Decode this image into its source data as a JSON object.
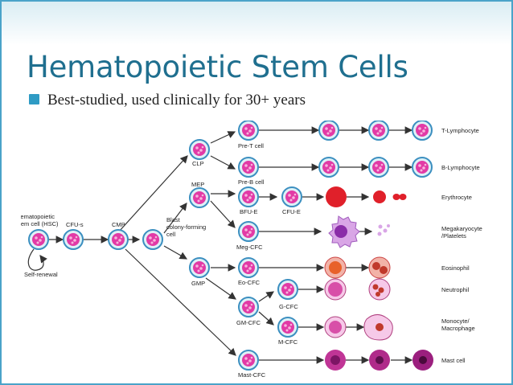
{
  "slide": {
    "title": "Hematopoietic Stem Cells",
    "bullet": "Best-studied, used clinically for 30+ years"
  },
  "diagram": {
    "hsc": [
      "Hematopoietic",
      "stem cell (HSC)"
    ],
    "self_renewal": "Self-renewal",
    "cfu_s": "CFU-s",
    "cmp": "CMP",
    "blast": [
      "Blast",
      "colony-forming",
      "cell"
    ],
    "clp": "CLP",
    "mep": "MEP",
    "gmp": "GMP",
    "pre_t": "Pre-T cell",
    "pre_b": "Pre-B cell",
    "bfu_e": "BFU-E",
    "cfu_e": "CFU-E",
    "meg_cfc": "Meg-CFC",
    "eo_cfc": "Eo-CFC",
    "gm_cfc": "GM-CFC",
    "g_cfc": "G-CFC",
    "m_cfc": "M-CFC",
    "mast_cfc": "Mast-CFC",
    "t_lymphocyte": "T-Lymphocyte",
    "b_lymphocyte": "B-Lymphocyte",
    "erythrocyte": "Erythrocyte",
    "megakaryocyte": [
      "Megakaryocyte",
      "/Platelets"
    ],
    "eosinophil": "Eosinophil",
    "neutrophil": "Neutrophil",
    "monocyte": [
      "Monocyte/",
      "Macrophage"
    ],
    "mast_cell": "Mast cell"
  },
  "colors": {
    "accent": "#1f6f8f",
    "bullet": "#2f9bc4",
    "cell_fill": "#dff1f7",
    "cell_ring": "#3b8fc0",
    "nucleus": "#e23aa6",
    "erythrocyte": "#e0202a",
    "eosinophil": "#e8612a",
    "mast_cell": "#9b1f7e"
  }
}
